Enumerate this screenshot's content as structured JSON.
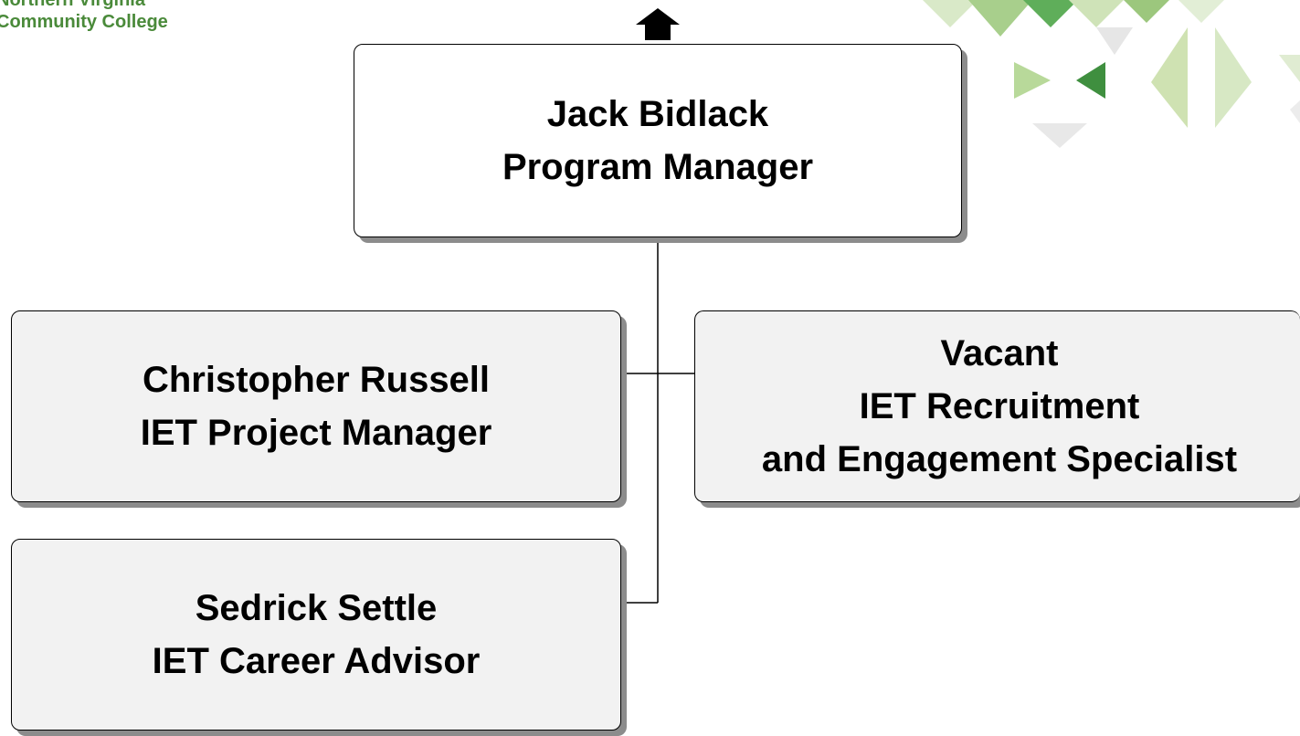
{
  "logo": {
    "line1": "Northern Virginia",
    "line2": "Community College"
  },
  "org_chart": {
    "top": {
      "name": "Jack Bidlack",
      "title": "Program Manager"
    },
    "reports": [
      {
        "name": "Christopher Russell",
        "title": "IET Project Manager"
      },
      {
        "name": "Vacant",
        "title_line1": "IET Recruitment",
        "title_line2": "and Engagement Specialist"
      },
      {
        "name": "Sedrick Settle",
        "title": "IET Career Advisor"
      }
    ]
  },
  "colors": {
    "logo_green": "#4a8a3a",
    "box_fill": "#f2f2f2",
    "shadow": "#8c8c8c"
  }
}
